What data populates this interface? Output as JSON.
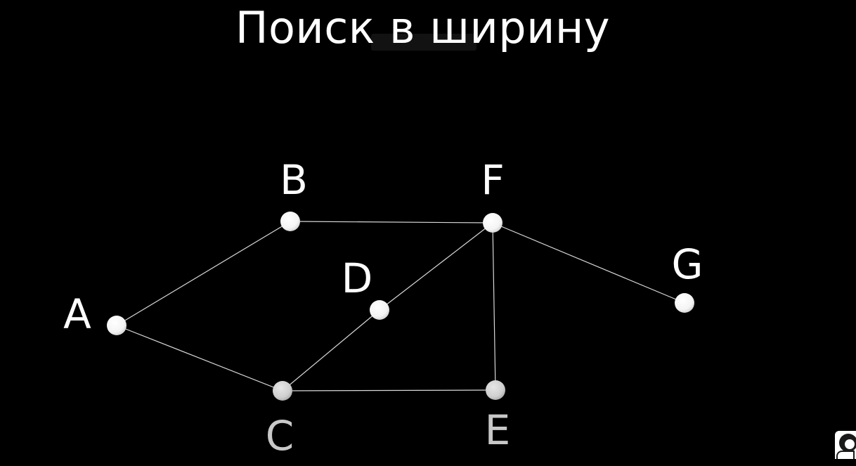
{
  "title": "Поиск в ширину",
  "graph": {
    "nodes": [
      {
        "id": "A",
        "label": "A",
        "tone": "#ffffff"
      },
      {
        "id": "B",
        "label": "B",
        "tone": "#ffffff"
      },
      {
        "id": "C",
        "label": "C",
        "tone": "#c8c8c8"
      },
      {
        "id": "D",
        "label": "D",
        "tone": "#ffffff"
      },
      {
        "id": "E",
        "label": "E",
        "tone": "#c8c8c8"
      },
      {
        "id": "F",
        "label": "F",
        "tone": "#ffffff"
      },
      {
        "id": "G",
        "label": "G",
        "tone": "#ffffff"
      }
    ],
    "edges": [
      [
        "A",
        "B"
      ],
      [
        "A",
        "C"
      ],
      [
        "B",
        "F"
      ],
      [
        "C",
        "D"
      ],
      [
        "C",
        "E"
      ],
      [
        "D",
        "F"
      ],
      [
        "F",
        "E"
      ],
      [
        "F",
        "G"
      ]
    ]
  },
  "colors": {
    "background": "#000000",
    "edge": "#d8d8d8",
    "label_visited": "#ffffff",
    "label_dim": "#c8c8c8"
  },
  "icons": {
    "avatar": "presenter-avatar-icon"
  }
}
